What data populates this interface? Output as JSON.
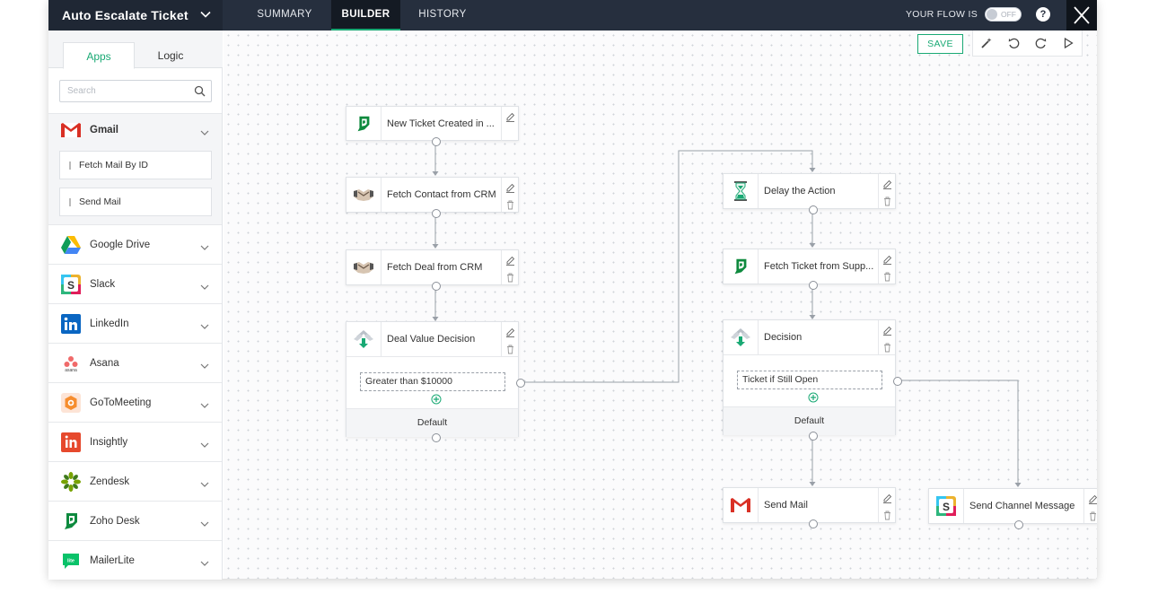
{
  "header": {
    "flow_name": "Auto Escalate Ticket",
    "tabs": [
      {
        "label": "SUMMARY"
      },
      {
        "label": "BUILDER"
      },
      {
        "label": "HISTORY"
      }
    ],
    "flow_status_label": "YOUR FLOW IS",
    "toggle_label": "OFF",
    "help_label": "?"
  },
  "sidebar": {
    "tabs": {
      "apps": "Apps",
      "logic": "Logic"
    },
    "search_placeholder": "Search",
    "expanded_app": {
      "name": "Gmail",
      "actions": [
        "Fetch Mail By ID",
        "Send Mail"
      ]
    },
    "apps": [
      {
        "name": "Google Drive",
        "icon": "google-drive-icon"
      },
      {
        "name": "Slack",
        "icon": "slack-icon"
      },
      {
        "name": "LinkedIn",
        "icon": "linkedin-icon"
      },
      {
        "name": "Asana",
        "icon": "asana-icon"
      },
      {
        "name": "GoToMeeting",
        "icon": "gotomeeting-icon"
      },
      {
        "name": "Insightly",
        "icon": "insightly-icon"
      },
      {
        "name": "Zendesk",
        "icon": "zendesk-icon"
      },
      {
        "name": "Zoho Desk",
        "icon": "zoho-desk-icon"
      },
      {
        "name": "MailerLite",
        "icon": "mailerlite-icon"
      }
    ]
  },
  "toolbar": {
    "save_label": "SAVE"
  },
  "flow": {
    "trigger": "New Ticket Created in ...",
    "fetch_contact": "Fetch Contact from CRM",
    "fetch_deal": "Fetch Deal from CRM",
    "deal_decision": {
      "title": "Deal Value Decision",
      "condition": "Greater than $10000",
      "default": "Default"
    },
    "delay": "Delay the Action",
    "fetch_ticket": "Fetch Ticket from Supp...",
    "decision": {
      "title": "Decision",
      "condition": "Ticket if Still Open",
      "default": "Default"
    },
    "send_mail": "Send Mail",
    "send_channel_message": "Send Channel Message"
  },
  "colors": {
    "accent": "#19a974",
    "topbar": "#262f3e",
    "zoho_green": "#0e8a3e"
  }
}
